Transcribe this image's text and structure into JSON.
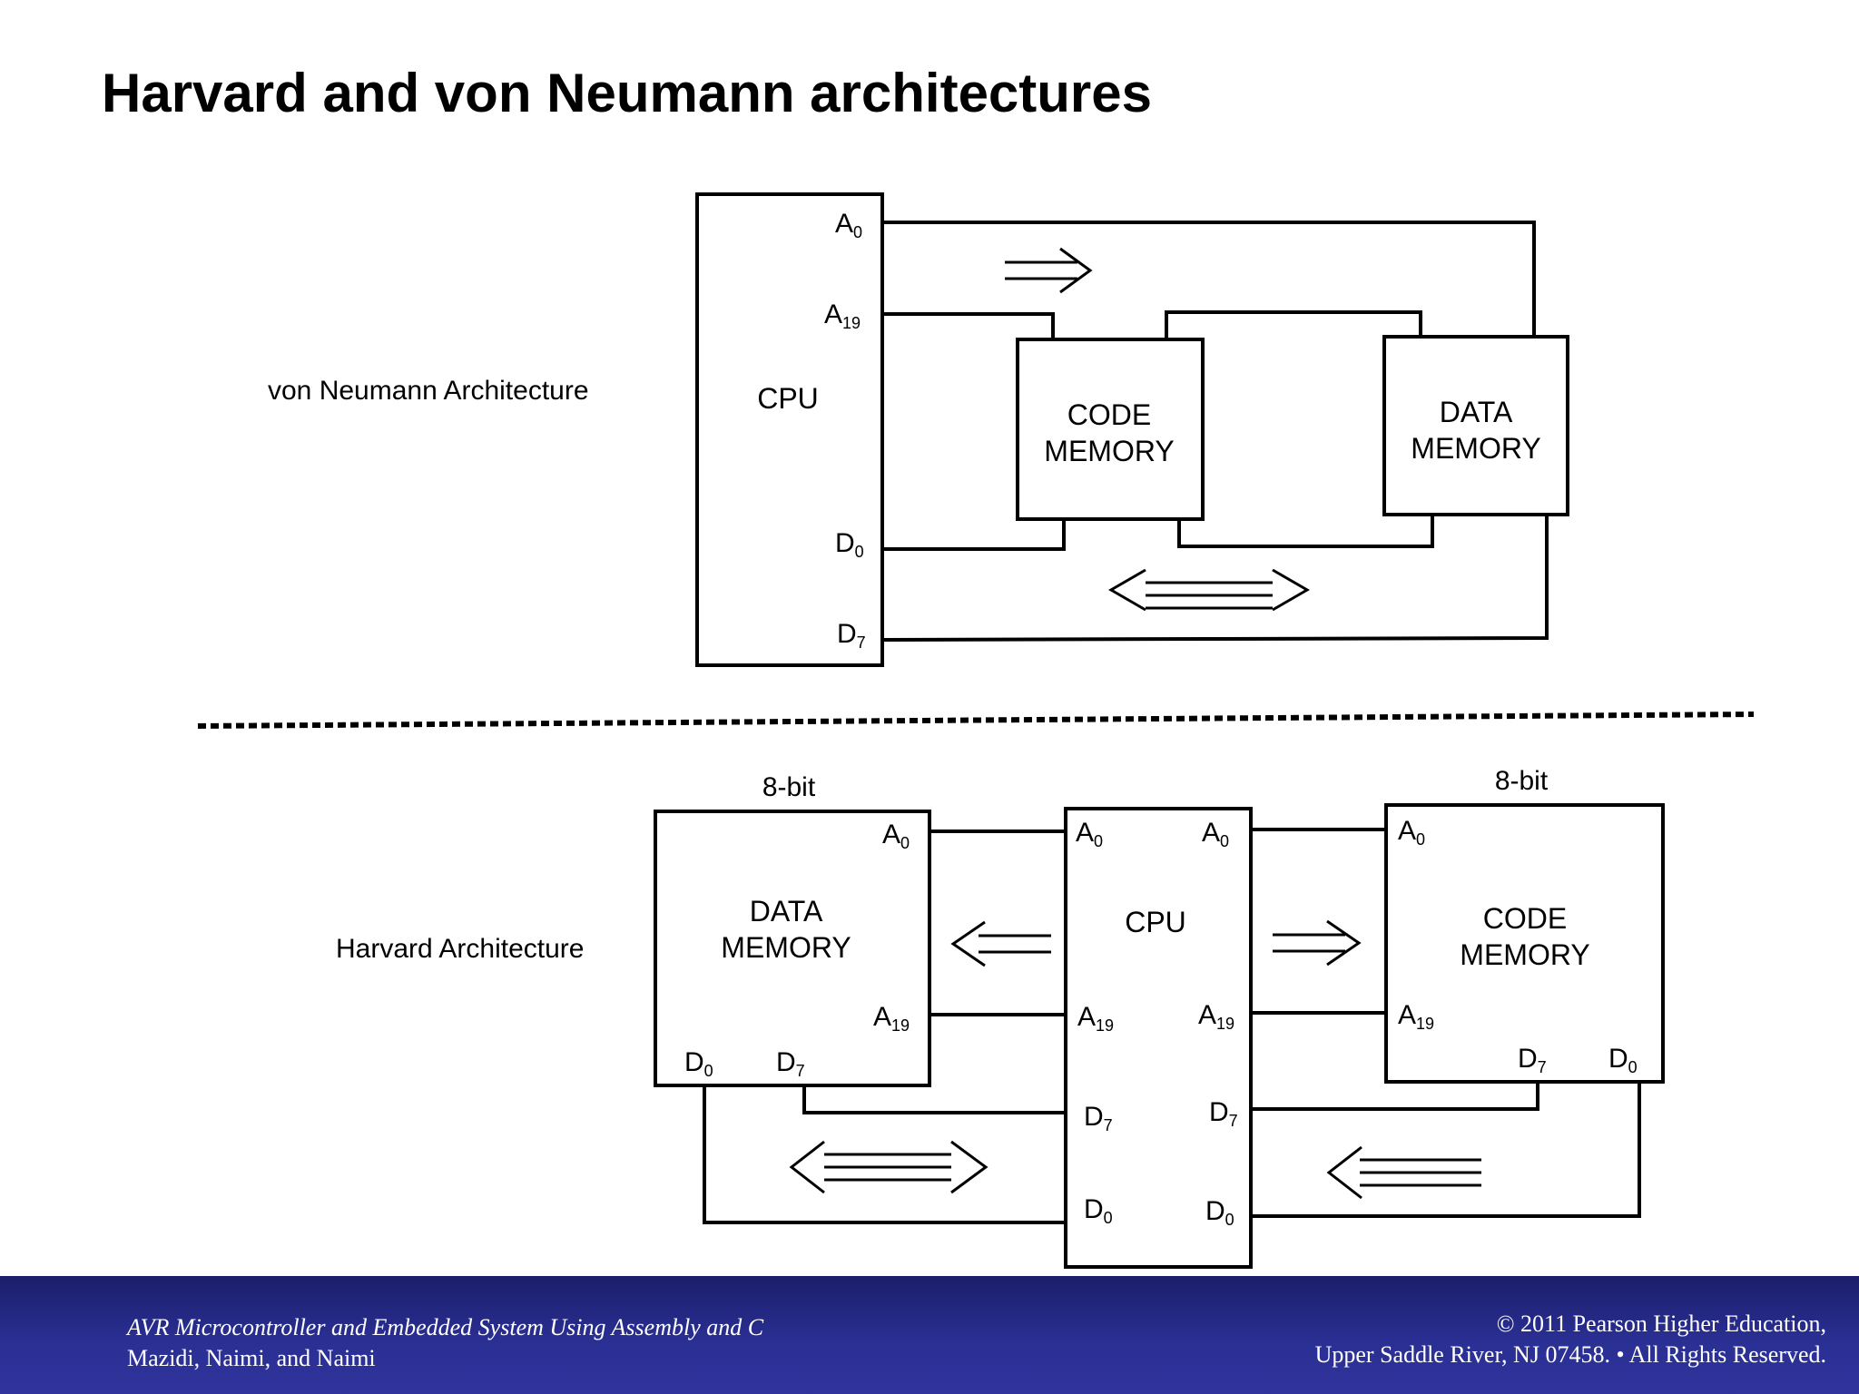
{
  "title": "Harvard and von Neumann architectures",
  "von_neumann": {
    "label": "von Neumann Architecture",
    "cpu": "CPU",
    "code_memory": [
      "CODE",
      "MEMORY"
    ],
    "data_memory": [
      "DATA",
      "MEMORY"
    ],
    "pins": {
      "a0": {
        "base": "A",
        "sub": "0"
      },
      "a19": {
        "base": "A",
        "sub": "19"
      },
      "d0": {
        "base": "D",
        "sub": "0"
      },
      "d7": {
        "base": "D",
        "sub": "7"
      }
    }
  },
  "harvard": {
    "label": "Harvard Architecture",
    "cpu": "CPU",
    "data_memory": [
      "DATA",
      "MEMORY"
    ],
    "code_memory": [
      "CODE",
      "MEMORY"
    ],
    "data_width": "8-bit",
    "code_width": "8-bit",
    "pins": {
      "a0": {
        "base": "A",
        "sub": "0"
      },
      "a19": {
        "base": "A",
        "sub": "19"
      },
      "d0": {
        "base": "D",
        "sub": "0"
      },
      "d7": {
        "base": "D",
        "sub": "7"
      }
    }
  },
  "footer": {
    "book": "AVR Microcontroller and Embedded System Using Assembly and C",
    "authors": "Mazidi, Naimi, and Naimi",
    "copyright_line1": "© 2011   Pearson Higher Education,",
    "copyright_line2": "Upper Saddle River, NJ 07458. • All Rights Reserved."
  }
}
